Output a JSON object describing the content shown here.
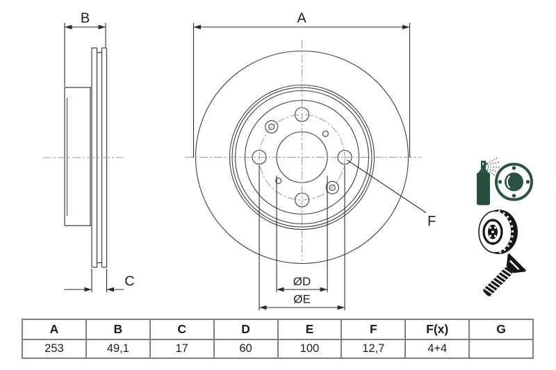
{
  "page": {
    "background": "#ffffff",
    "type": "brake-disc-technical-drawing"
  },
  "drawing": {
    "labels": {
      "a": "A",
      "b": "B",
      "c": "C",
      "d": "ØD",
      "e": "ØE",
      "f": "F"
    }
  },
  "icons": {
    "coating_spray": "coated-disc-spray-icon",
    "vented_disc": "vented-disc-icon",
    "screw": "countersunk-screw-icon"
  },
  "table": {
    "headers": [
      "A",
      "B",
      "C",
      "D",
      "E",
      "F",
      "F(x)",
      "G"
    ],
    "values": [
      "253",
      "49,1",
      "17",
      "60",
      "100",
      "12,7",
      "4+4",
      ""
    ]
  },
  "colors": {
    "line": "#3d3d3d",
    "dimension": "#2b2b2b",
    "centerline": "#9b9b9b",
    "icon_green": "#2b5440",
    "icon_black": "#161616",
    "table_border": "#7e7e7e",
    "text": "#1c1c1c"
  }
}
